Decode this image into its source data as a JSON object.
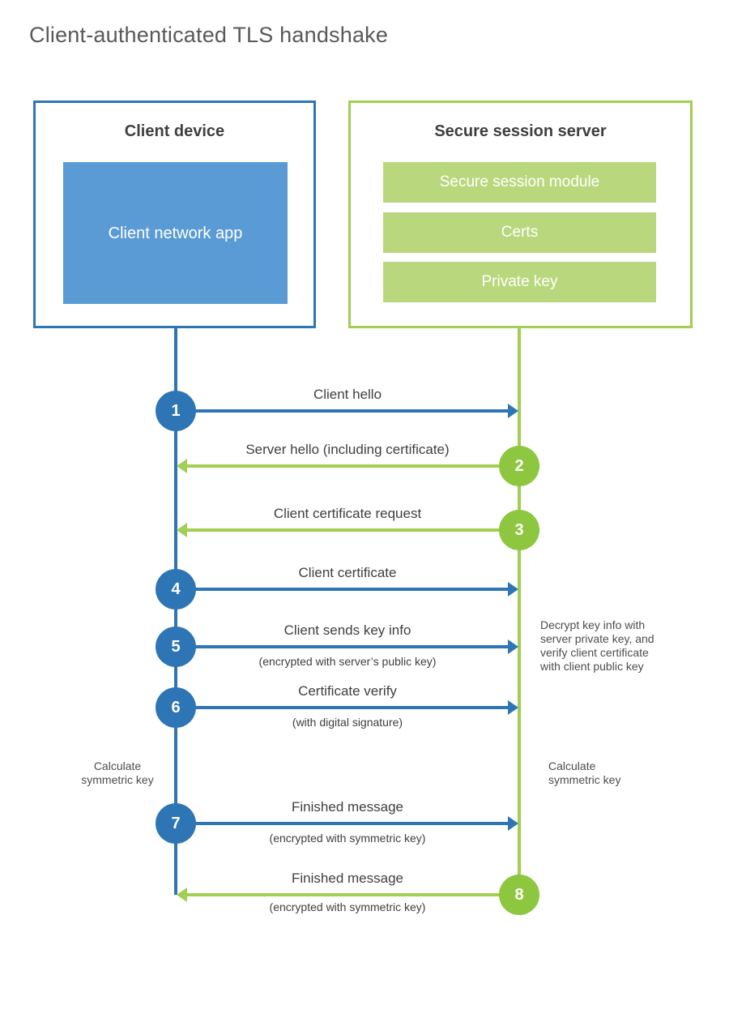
{
  "title": "Client-authenticated TLS handshake",
  "colors": {
    "blue": "#2e75b6",
    "blue_fill": "#5b9bd5",
    "green_circle": "#8dc63f",
    "green_line": "#a2ce54",
    "green_fill": "#b9d87d",
    "text_dark": "#3f3f42",
    "title_gray": "#58595b"
  },
  "client_box": {
    "title": "Client device",
    "app_label": "Client network app"
  },
  "server_box": {
    "title": "Secure session server",
    "modules": [
      "Secure session module",
      "Certs",
      "Private key"
    ]
  },
  "steps": [
    {
      "num": "1",
      "label": "Client hello",
      "sub": "",
      "direction": "right",
      "color": "blue"
    },
    {
      "num": "2",
      "label": "Server hello (including certificate)",
      "sub": "",
      "direction": "left",
      "color": "green"
    },
    {
      "num": "3",
      "label": "Client certificate request",
      "sub": "",
      "direction": "left",
      "color": "green"
    },
    {
      "num": "4",
      "label": "Client certificate",
      "sub": "",
      "direction": "right",
      "color": "blue"
    },
    {
      "num": "5",
      "label": "Client sends key info",
      "sub": "(encrypted with server’s public key)",
      "direction": "right",
      "color": "blue"
    },
    {
      "num": "6",
      "label": "Certificate verify",
      "sub": "(with digital signature)",
      "direction": "right",
      "color": "blue"
    },
    {
      "num": "7",
      "label": "Finished message",
      "sub": "(encrypted with symmetric key)",
      "direction": "right",
      "color": "blue"
    },
    {
      "num": "8",
      "label": "Finished message",
      "sub": "(encrypted with symmetric key)",
      "direction": "left",
      "color": "green"
    }
  ],
  "notes": {
    "decrypt": "Decrypt key info with\nserver private key, and\nverify client certificate\nwith client public key",
    "calc_left": "Calculate\nsymmetric key",
    "calc_right": "Calculate\nsymmetric key"
  }
}
